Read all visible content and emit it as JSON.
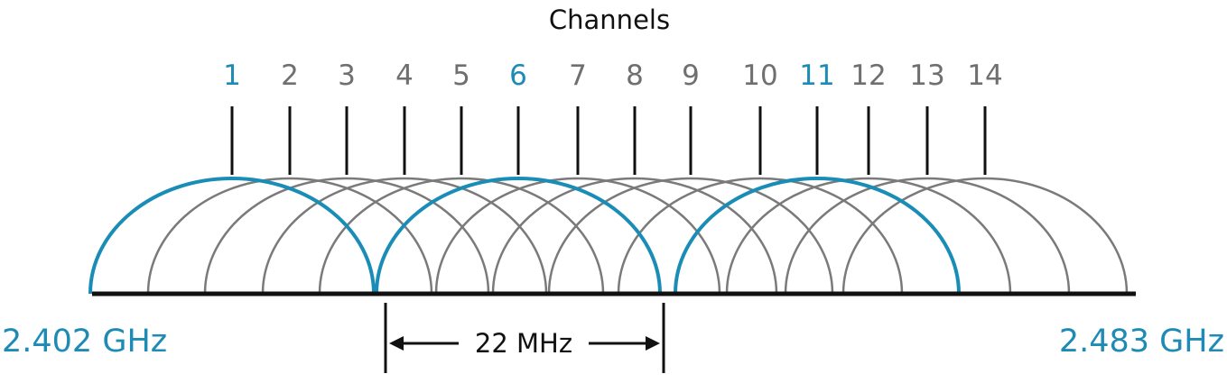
{
  "title": "Channels",
  "colors": {
    "highlight": "#1e8bb5",
    "regular": "#6f6f6f",
    "ink": "#111111",
    "arc_highlight": "#1a8db7",
    "arc_regular": "#7a7a7a"
  },
  "channels": [
    {
      "label": "1",
      "highlight": true
    },
    {
      "label": "2",
      "highlight": false
    },
    {
      "label": "3",
      "highlight": false
    },
    {
      "label": "4",
      "highlight": false
    },
    {
      "label": "5",
      "highlight": false
    },
    {
      "label": "6",
      "highlight": true
    },
    {
      "label": "7",
      "highlight": false
    },
    {
      "label": "8",
      "highlight": false
    },
    {
      "label": "9",
      "highlight": false
    },
    {
      "label": "10",
      "highlight": false
    },
    {
      "label": "11",
      "highlight": true
    },
    {
      "label": "12",
      "highlight": false
    },
    {
      "label": "13",
      "highlight": false
    },
    {
      "label": "14",
      "highlight": false
    }
  ],
  "freq_start": "2.402 GHz",
  "freq_end": "2.483 GHz",
  "channel_width": "22 MHz"
}
